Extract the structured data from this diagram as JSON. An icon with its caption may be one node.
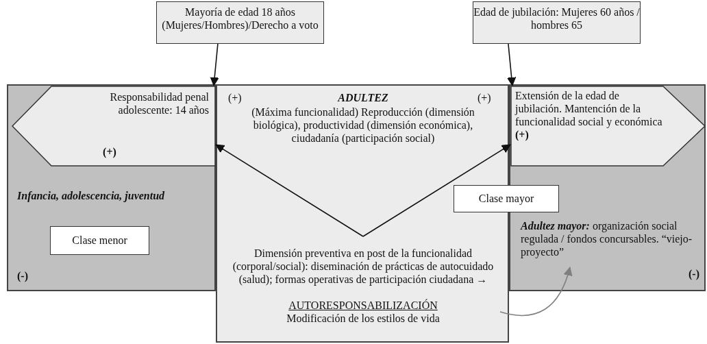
{
  "diagram": {
    "nodes": [
      {
        "text": [
          "Mayoría de edad 18 años (Mujeres/Hombres)/Derecho a voto"
        ]
      },
      {
        "text": [
          "Edad de jubilación: Mujeres 60 años / hombres 65"
        ]
      },
      {
        "text": [
          "Infancia, adolescencia, juventud",
          "(-)"
        ]
      },
      {
        "text": [
          "Responsabilidad penal adolescente: 14 años",
          "(+)"
        ],
        "in": 2
      },
      {
        "text": [
          "Clase menor"
        ],
        "in": 2
      },
      {
        "text": [
          "(+)",
          "ADULTEZ",
          "(+)",
          "(Máxima funcionalidad) Reproducción (dimensión biológica), productividad (dimensión económica), ciudadanía (participación social)"
        ]
      },
      {
        "text": [
          "Dimensión preventiva en post de la funcionalidad (corporal/social): diseminación de prácticas de autocuidado (salud); formas operativas de participación ciudadana →",
          "AUTORESPONSABILIZACIÓN",
          "Modificación de los estilos de vida"
        ],
        "in": 5
      },
      {
        "text": [
          "(-)"
        ]
      },
      {
        "text": [
          "Extensión de la edad de jubilación. Mantención de la funcionalidad social y económica **(+)**"
        ],
        "in": 7
      },
      {
        "text": [
          "Clase mayor"
        ]
      },
      {
        "text": [
          "**Adultez mayor:** organización social regulada / fondos concursables. “viejo-proyecto”"
        ],
        "in": 7
      }
    ],
    "edges": [
      {
        "from": 0,
        "to": 3,
        "arrow": "to"
      },
      {
        "from": 1,
        "to": 8,
        "arrow": "to"
      },
      {
        "from": 6,
        "to": 3,
        "arrow": "to"
      },
      {
        "from": 6,
        "to": 8,
        "arrow": "to"
      },
      {
        "from": 6,
        "to": 10,
        "arrow": "to",
        "color": "#808080"
      }
    ]
  }
}
